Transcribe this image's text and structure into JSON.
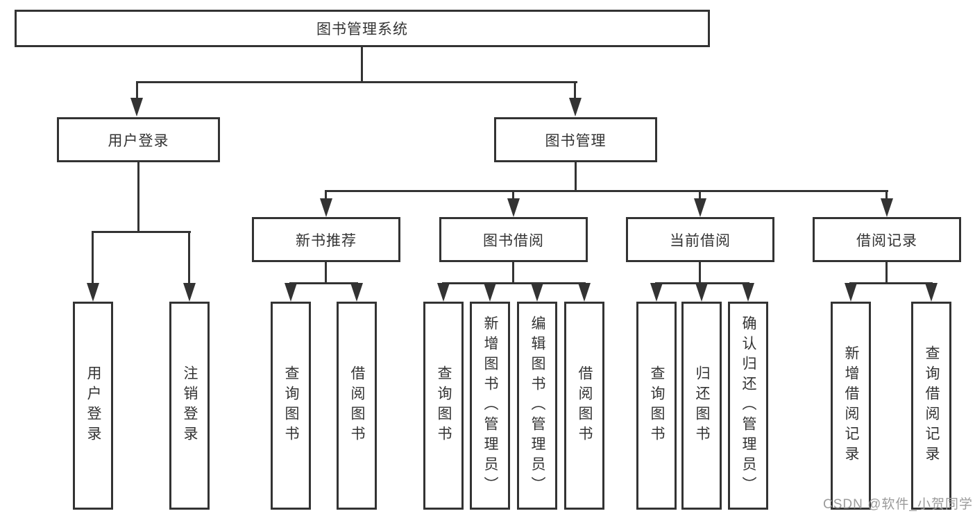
{
  "tree": {
    "root": {
      "label": "图书管理系统"
    },
    "branches": {
      "user_login": {
        "label": "用户登录",
        "children": {
          "login": {
            "label": "用户登录"
          },
          "logout": {
            "label": "注销登录"
          }
        }
      },
      "book_mgmt": {
        "label": "图书管理",
        "children": {
          "new_book_rec": {
            "label": "新书推荐",
            "children": {
              "query": {
                "label": "查询图书"
              },
              "borrow": {
                "label": "借阅图书"
              }
            }
          },
          "book_borrow": {
            "label": "图书借阅",
            "children": {
              "query": {
                "label": "查询图书"
              },
              "add": {
                "label": "新增图书（管理员）"
              },
              "edit": {
                "label": "编辑图书（管理员）"
              },
              "borrow": {
                "label": "借阅图书"
              }
            }
          },
          "current_borrow": {
            "label": "当前借阅",
            "children": {
              "query": {
                "label": "查询图书"
              },
              "return": {
                "label": "归还图书"
              },
              "confirm": {
                "label": "确认归还（管理员）"
              }
            }
          },
          "borrow_record": {
            "label": "借阅记录",
            "children": {
              "add": {
                "label": "新增借阅记录"
              },
              "query": {
                "label": "查询借阅记录"
              }
            }
          }
        }
      }
    }
  },
  "watermark": {
    "text": "CSDN @软件_小贺同学"
  },
  "colors": {
    "line": "#333333",
    "text": "#333333",
    "background": "#ffffff",
    "watermark": "#9b9b9b"
  }
}
